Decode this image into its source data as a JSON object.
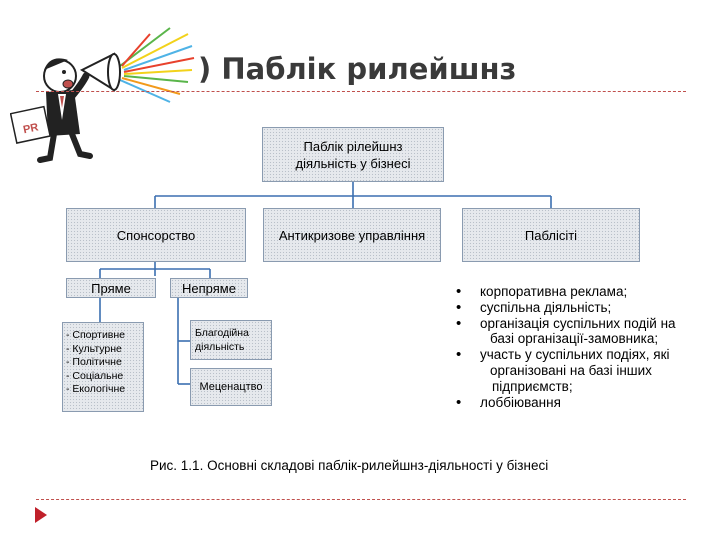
{
  "slide": {
    "title": ") Паблік рилейшнз",
    "figure_caption": "Рис. 1.1. Основні складові паблік-рилейшнз-діяльності у бізнесі",
    "clipart_icon": "pr-megaphone-man-icon",
    "clipart_sign_text": "PR",
    "accent_color": "#c0504d",
    "nav_icon": "red-triangle-icon"
  },
  "diagram": {
    "root": [
      "Паблік рілейшнз",
      "діяльність у бізнесі"
    ],
    "level1": [
      "Спонсорство",
      "Антикризове управління",
      "Паблісіті"
    ],
    "sponsorship_types": [
      "Пряме",
      "Непряме"
    ],
    "direct_items": [
      "- Спортивне",
      "- Культурне",
      "- Політичне",
      "- Соціальне",
      "- Екологічне"
    ],
    "indirect_items": [
      [
        "Благодійна",
        "діяльність"
      ],
      [
        "Меценацтво"
      ]
    ],
    "publicity_items": [
      {
        "line1": "корпоративна реклама;",
        "line2": ""
      },
      {
        "line1": "суспільна діяльність;",
        "line2": ""
      },
      {
        "line1": "організація суспільних подій на",
        "line2": "базі організації-замовника;"
      },
      {
        "line1": "участь у суспільних подіях, які",
        "line2": "організовані на базі інших підприємств;"
      },
      {
        "line1": "лоббіювання",
        "line2": ""
      }
    ]
  }
}
